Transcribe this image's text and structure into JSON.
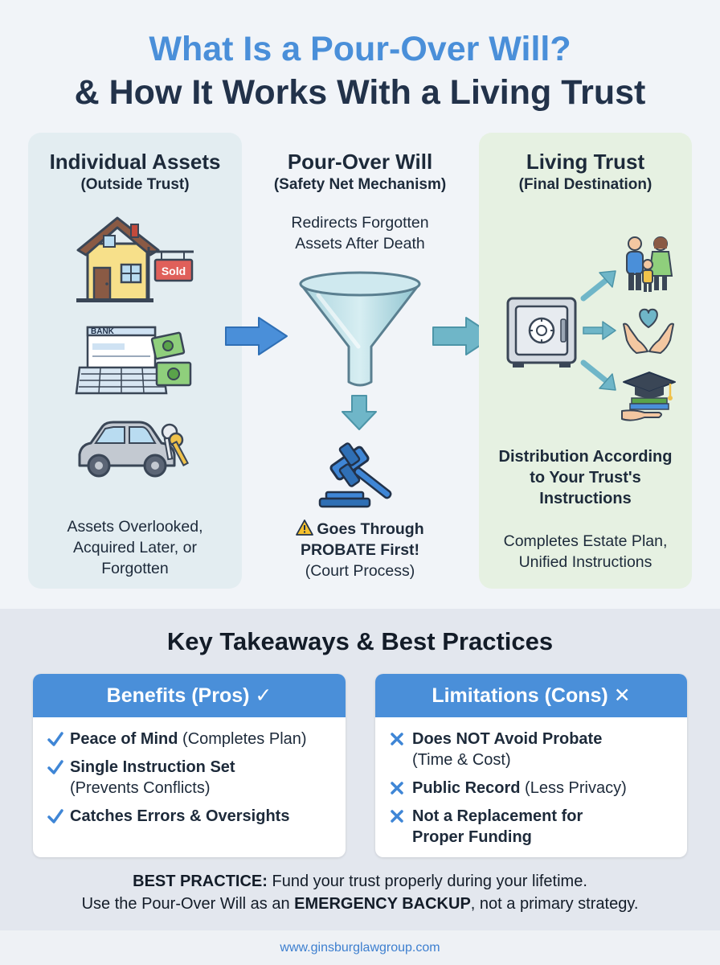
{
  "title": {
    "line1": "What Is a Pour-Over Will?",
    "line2": "& How It Works With a Living Trust"
  },
  "left": {
    "heading": "Individual Assets",
    "subheading": "(Outside Trust)",
    "sign_text": "Sold",
    "bank_text": "BANK",
    "caption_lines": [
      "Assets Overlooked,",
      "Acquired Later, or",
      "Forgotten"
    ]
  },
  "middle": {
    "heading": "Pour-Over Will",
    "subheading": "(Safety Net Mechanism)",
    "desc_lines": [
      "Redirects Forgotten",
      "Assets After Death"
    ],
    "warning_lines": [
      "Goes Through",
      "PROBATE First!"
    ],
    "court_note": "(Court Process)"
  },
  "right": {
    "heading": "Living Trust",
    "subheading": "(Final Destination)",
    "distribution_lines": [
      "Distribution According",
      "to Your Trust's",
      "Instructions"
    ],
    "caption_lines": [
      "Completes Estate Plan,",
      "Unified Instructions"
    ]
  },
  "takeaways": {
    "title": "Key Takeaways & Best Practices",
    "pros": {
      "header": "Benefits (Pros) ✓",
      "items": [
        {
          "bold": "Peace of Mind",
          "rest": " (Completes Plan)"
        },
        {
          "bold": "Single Instruction Set",
          "rest": "(Prevents Conflicts)"
        },
        {
          "bold": "Catches Errors & Oversights",
          "rest": ""
        }
      ]
    },
    "cons": {
      "header": "Limitations (Cons) ✕",
      "items": [
        {
          "bold": "Does NOT Avoid Probate",
          "rest": "(Time & Cost)"
        },
        {
          "bold": "Public Record",
          "rest": " (Less Privacy)"
        },
        {
          "bold": "Not a Replacement for",
          "rest": "Proper Funding"
        }
      ]
    }
  },
  "best_practice": {
    "label": "BEST PRACTICE:",
    "line1_rest": " Fund your trust properly during your lifetime.",
    "line2_pre": "Use the Pour-Over Will as an ",
    "line2_bold": "EMERGENCY BACKUP",
    "line2_post": ", not a primary strategy."
  },
  "footer": {
    "url": "www.ginsburglawgroup.com"
  },
  "colors": {
    "accent_blue": "#4a8fd9",
    "title_dark": "#22324a",
    "left_panel": "#e3edf1",
    "right_panel": "#e6f1e2",
    "arrow_teal": "#6fb6c8"
  }
}
